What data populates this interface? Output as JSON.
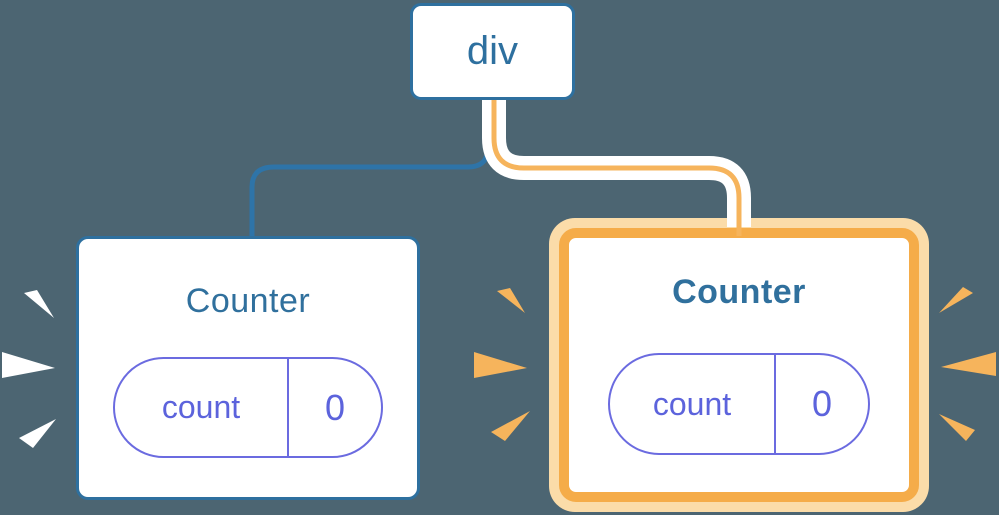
{
  "diagram": {
    "root": {
      "label": "div"
    },
    "left_counter": {
      "title": "Counter",
      "state_key": "count",
      "state_value": "0"
    },
    "right_counter": {
      "title": "Counter",
      "state_key": "count",
      "state_value": "0"
    }
  },
  "colors": {
    "background": "#4C6572",
    "node_blue": "#2E709F",
    "edge_blue": "#2E74A8",
    "edge_orange": "#F6B45C",
    "edge_casing": "#FFFFFF",
    "highlight_outer_ring": "#FBDCA9",
    "highlight_inner_ring": "#F5AC49",
    "pill_purple_border": "#6B6BE0",
    "pill_purple_text": "#5C63DC",
    "title_blue": "#30709D",
    "spark_white": "#FFFFFF",
    "spark_orange": "#F6B45C"
  }
}
